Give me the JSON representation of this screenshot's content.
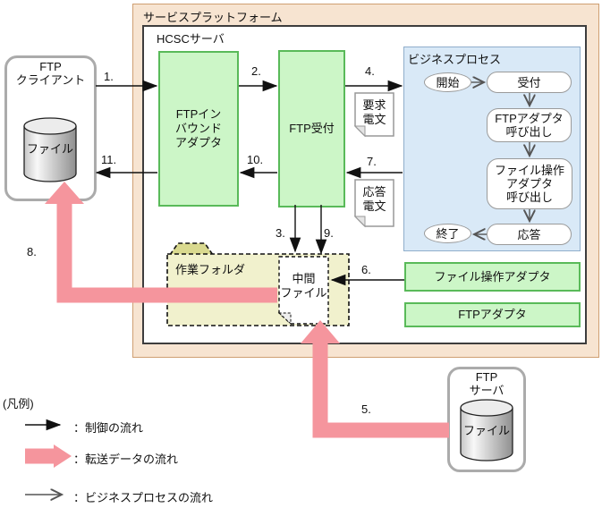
{
  "d": {
    "platform_title": "サービスプラットフォーム",
    "server_title": "HCSCサーバ",
    "ftp_client": {
      "title": "FTP\nクライアント",
      "file_label": "ファイル"
    },
    "ftp_server": {
      "title": "FTP\nサーバ",
      "file_label": "ファイル"
    },
    "adapters": {
      "inbound": "FTPイン\nバウンド\nアダプタ",
      "reception": "FTP受付",
      "file_operation": "ファイル操作アダプタ",
      "ftp": "FTPアダプタ"
    },
    "bp": {
      "title": "ビジネスプロセス",
      "start": "開始",
      "reception": "受付",
      "ftp_adapter_call": "FTPアダプタ\n呼び出し",
      "file_op_adapter_call": "ファイル操作\nアダプタ\n呼び出し",
      "response": "応答",
      "end": "終了"
    },
    "messages": {
      "request": "要求\n電文",
      "response": "応答\n電文"
    },
    "work_folder": {
      "title": "作業フォルダ",
      "intermediate_file": "中間\nファイル"
    },
    "steps": {
      "1": "1.",
      "2": "2.",
      "3": "3.",
      "4": "4.",
      "5": "5.",
      "6": "6.",
      "7": "7.",
      "8": "8.",
      "9": "9.",
      "10": "10.",
      "11": "11."
    }
  },
  "legend": {
    "title": "(凡例)",
    "items": [
      {
        "name": "control-flow",
        "label": "：制御の流れ"
      },
      {
        "name": "transfer-data-flow",
        "label": "：転送データの流れ"
      },
      {
        "name": "business-process-flow",
        "label": "：ビジネスプロセスの流れ"
      }
    ]
  },
  "colors": {
    "platform_fill": "#f7e4d1",
    "platform_border": "#cf9f72",
    "adapter_fill": "#ccf6c7",
    "adapter_border": "#59ba59",
    "bp_fill": "#d9e9f7",
    "bp_border": "#90aecb",
    "folder_fill": "#f1f1cd",
    "folder_tab_fill": "#d9d98f",
    "transfer_arrow": "#f5959d",
    "hcsc_border": "#3d3d3d"
  }
}
